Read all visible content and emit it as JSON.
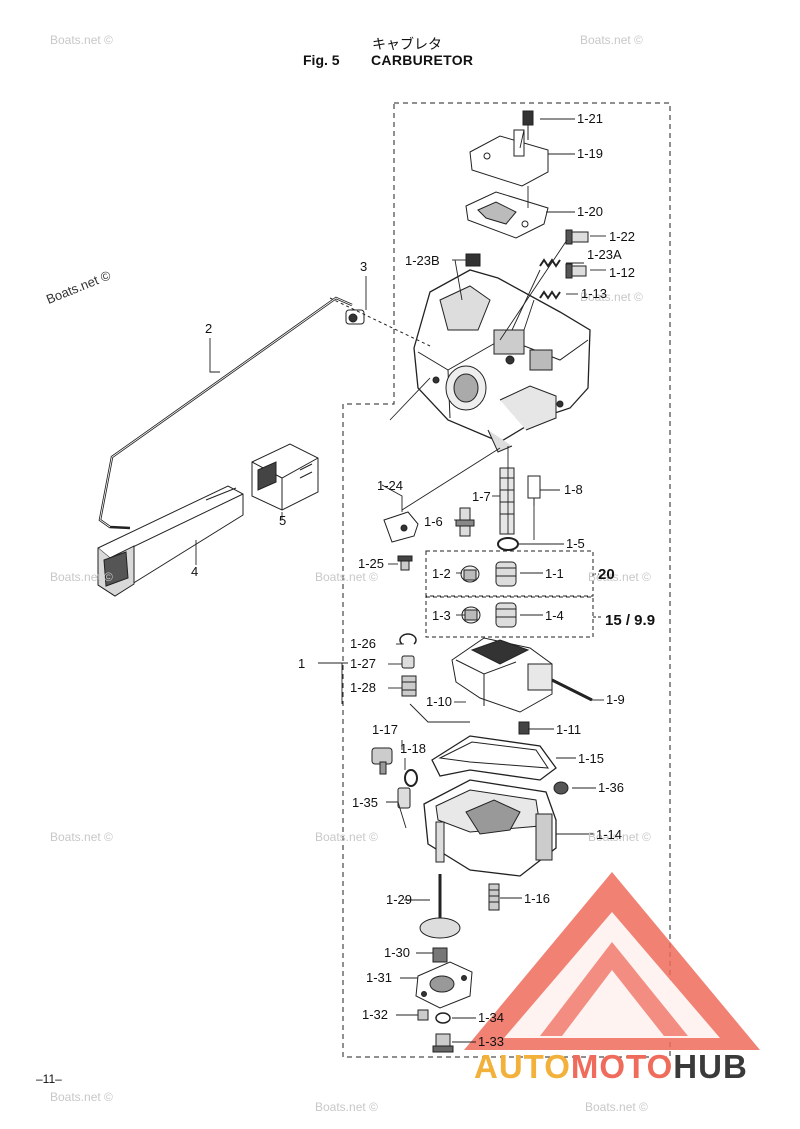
{
  "header": {
    "title_jp": "キャブレタ",
    "fig_no": "Fig. 5",
    "title": "CARBURETOR"
  },
  "watermark": {
    "text": "Boats.net ©"
  },
  "page_no": "–11–",
  "brand": {
    "part1": "AUTO",
    "part2": "MOTO",
    "part3": "HUB",
    "color1": "#f2b13a",
    "color2": "#ef6b5b",
    "color3": "#3a3a3a"
  },
  "groups": {
    "g20": "20",
    "g15": "15 / 9.9"
  },
  "labels": {
    "p1": "1",
    "p2": "2",
    "p3": "3",
    "p4": "4",
    "p5": "5",
    "p1_1": "1-1",
    "p1_2": "1-2",
    "p1_3": "1-3",
    "p1_4": "1-4",
    "p1_5": "1-5",
    "p1_6": "1-6",
    "p1_7": "1-7",
    "p1_8": "1-8",
    "p1_9": "1-9",
    "p1_10": "1-10",
    "p1_11": "1-11",
    "p1_12": "1-12",
    "p1_13": "1-13",
    "p1_14": "1-14",
    "p1_15": "1-15",
    "p1_16": "1-16",
    "p1_17": "1-17",
    "p1_18": "1-18",
    "p1_19": "1-19",
    "p1_20": "1-20",
    "p1_21": "1-21",
    "p1_22": "1-22",
    "p1_23A": "1-23A",
    "p1_23B": "1-23B",
    "p1_24": "1-24",
    "p1_25": "1-25",
    "p1_26": "1-26",
    "p1_27": "1-27",
    "p1_28": "1-28",
    "p1_29": "1-29",
    "p1_30": "1-30",
    "p1_31": "1-31",
    "p1_32": "1-32",
    "p1_33": "1-33",
    "p1_34": "1-34",
    "p1_35": "1-35",
    "p1_36": "1-36"
  }
}
